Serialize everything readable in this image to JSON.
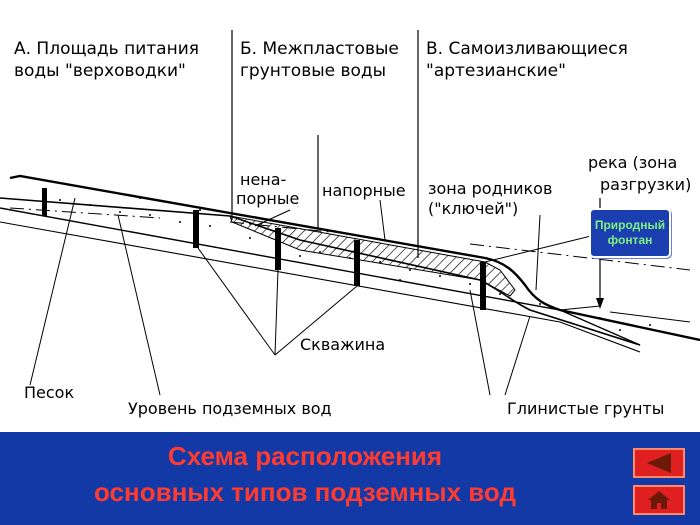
{
  "diagram": {
    "zones": {
      "a": [
        "А. Площадь питания",
        "воды \"верховодки\""
      ],
      "b": [
        "Б. Межпластовые",
        "грунтовые воды"
      ],
      "v": [
        "В. Самоизливающиеся",
        "\"артезианские\""
      ]
    },
    "labels": {
      "nonpressure": [
        "нена-",
        "порные"
      ],
      "pressure": "напорные",
      "springs": [
        "зона родников",
        "(\"ключей\")"
      ],
      "river": [
        "река (зона",
        "разгрузки)"
      ],
      "well": "Скважина",
      "sand": "Песок",
      "groundwater_level": "Уровень подземных вод",
      "clay": "Глинистые грунты"
    },
    "callout": [
      "Природный",
      "фонтан"
    ]
  },
  "footer": {
    "title": [
      "Схема расположения",
      "основных типов подземных вод"
    ]
  },
  "nav": {
    "back_icon": "triangle-left-icon",
    "home_icon": "home-icon"
  },
  "colors": {
    "footer_bg": "#1239a6",
    "title": "#ff3b30",
    "callout_bg": "#1b3fb0",
    "callout_text": "#7ff07f",
    "button": "#e02020"
  }
}
